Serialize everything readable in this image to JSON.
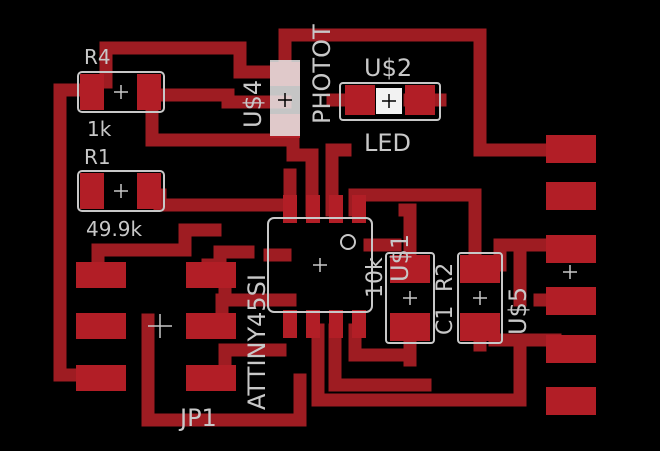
{
  "board": {
    "colors": {
      "background": "#000000",
      "copper": "#9e1c22",
      "copper_pad": "#b21e26",
      "silkscreen": "#c8c8c8",
      "body": "#ffffff"
    },
    "labels": {
      "r4_name": "R4",
      "r4_value": "1k",
      "r1_name": "R1",
      "r1_value": "49.9k",
      "u4_name": "U$4",
      "u4_value": "PHOTOT",
      "u2_name": "U$2",
      "u2_value": "LED",
      "ic_name": "ATTINY45SI",
      "u1_name": "U$1",
      "u1_value": "10k",
      "c1_name": "C1",
      "r2_name": "R2",
      "u5_name": "U$5",
      "jp1_name": "JP1"
    }
  }
}
